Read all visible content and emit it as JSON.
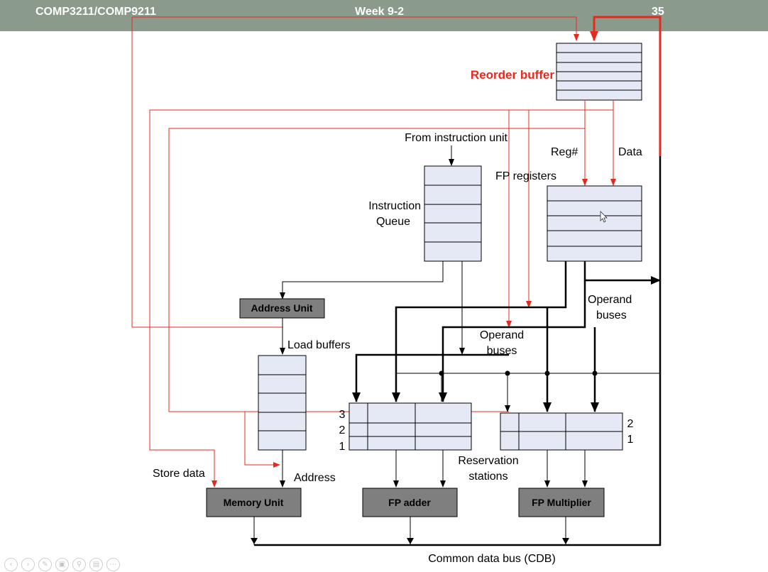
{
  "header": {
    "course": "COMP3211/COMP9211",
    "week": "Week 9-2",
    "slide_number": "35"
  },
  "diagram": {
    "reorder_buffer_label": "Reorder buffer",
    "from_instruction_unit": "From instruction unit",
    "reg_num": "Reg#",
    "data": "Data",
    "fp_registers": "FP registers",
    "instruction_queue": [
      "Instruction",
      "Queue"
    ],
    "address_unit": "Address Unit",
    "load_buffers": "Load buffers",
    "operand_buses_right": [
      "Operand",
      "buses"
    ],
    "operand_buses_center": [
      "Operand",
      "buses"
    ],
    "adder_rs_numbers": [
      "3",
      "2",
      "1"
    ],
    "mult_rs_numbers": [
      "2",
      "1"
    ],
    "reservation_stations": [
      "Reservation",
      "stations"
    ],
    "store_data": "Store data",
    "address": "Address",
    "memory_unit": "Memory Unit",
    "fp_adder": "FP adder",
    "fp_multiplier": "FP Multiplier",
    "cdb": "Common data bus (CDB)",
    "colors": {
      "accent_red": "#e8281c",
      "box_fill": "#e4e9f5",
      "unit_fill": "#7f7f7f",
      "header_bg": "#8a9a8b"
    }
  },
  "toolbar": {
    "icons": [
      "previous-icon",
      "next-icon",
      "pen-icon",
      "slides-icon",
      "zoom-icon",
      "subtitles-icon",
      "more-icon"
    ]
  }
}
